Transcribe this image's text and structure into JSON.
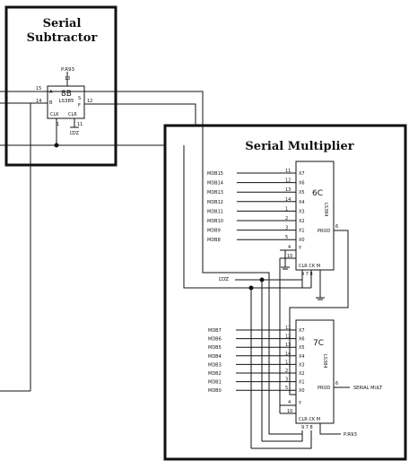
{
  "subtractor": {
    "title_line1": "Serial",
    "title_line2": "Subtractor",
    "chip": {
      "id": "8B",
      "part": "LS385",
      "top_label": "P.R93",
      "top_pin": "13",
      "pin_a": "15",
      "pin_b": "14",
      "pin_f": "12",
      "label_a": "A",
      "label_b": "B",
      "label_s": "S",
      "label_f": "F",
      "label_clk": "CLK",
      "label_clr": "CLR",
      "pin_clk": "1",
      "pin_clr": "11",
      "ldz_label": "LDZ"
    }
  },
  "multiplier": {
    "title": "Serial Multiplier",
    "chip6c": {
      "id": "6C",
      "part": "LS384",
      "inputs": [
        {
          "signal": "MDB15",
          "pin": "11",
          "port": "X7"
        },
        {
          "signal": "MDB14",
          "pin": "12",
          "port": "X6"
        },
        {
          "signal": "MDB13",
          "pin": "13",
          "port": "X5"
        },
        {
          "signal": "MDB12",
          "pin": "14",
          "port": "X4"
        },
        {
          "signal": "MDB11",
          "pin": "1",
          "port": "X3"
        },
        {
          "signal": "MDB10",
          "pin": "2",
          "port": "X2"
        },
        {
          "signal": "MDB9",
          "pin": "3",
          "port": "X1"
        },
        {
          "signal": "MDB8",
          "pin": "5",
          "port": "X0"
        }
      ],
      "y_port": "Y",
      "y_pin": "4",
      "k_pin": "10",
      "prod_label": "PROD",
      "prod_pin": "6",
      "bottom_labels": "CLR CK M",
      "bottom_pins": "9 7 8"
    },
    "ldz_label": "LDZ",
    "chip7c": {
      "id": "7C",
      "part": "LS384",
      "inputs": [
        {
          "signal": "MDB7",
          "pin": "11",
          "port": "X7"
        },
        {
          "signal": "MDB6",
          "pin": "12",
          "port": "X6"
        },
        {
          "signal": "MDB5",
          "pin": "13",
          "port": "X5"
        },
        {
          "signal": "MDB4",
          "pin": "14",
          "port": "X4"
        },
        {
          "signal": "MDB3",
          "pin": "1",
          "port": "X3"
        },
        {
          "signal": "MDB2",
          "pin": "2",
          "port": "X2"
        },
        {
          "signal": "MDB1",
          "pin": "3",
          "port": "X1"
        },
        {
          "signal": "MDB0",
          "pin": "5",
          "port": "X0"
        }
      ],
      "y_port": "Y",
      "y_pin": "4",
      "k_pin": "10",
      "prod_label": "PROD",
      "prod_pin": "6",
      "output_label": "SERIAL MULT",
      "bottom_labels": "CLR CK M",
      "bottom_pins": "9 7 8",
      "pull_label": "P.R93"
    }
  }
}
